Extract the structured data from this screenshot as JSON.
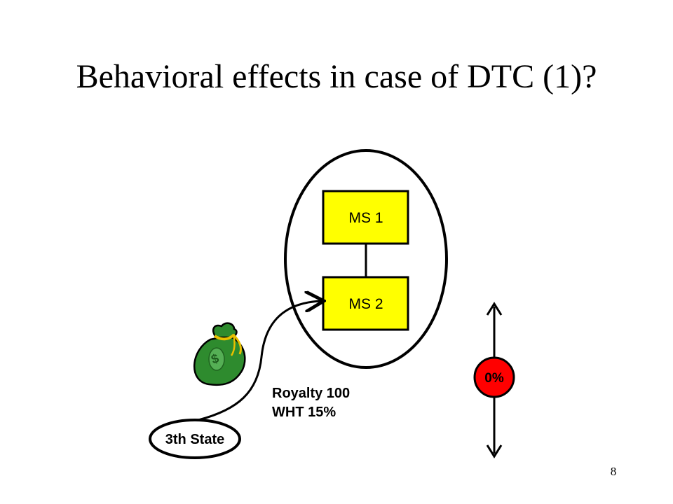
{
  "slide": {
    "title": "Behavioral effects in case of DTC (1)?",
    "page_number": "8"
  },
  "diagram": {
    "entity_top": "MS 1",
    "entity_bottom": "MS 2",
    "source_state": "3th State",
    "flow_label_line1": "Royalty 100",
    "flow_label_line2": "WHT 15%",
    "rate_badge": "0%",
    "colors": {
      "box_fill": "#ffff00",
      "badge_fill": "#ff0000",
      "bag_green": "#2e8b2e",
      "tie_yellow": "#e8c000"
    }
  }
}
